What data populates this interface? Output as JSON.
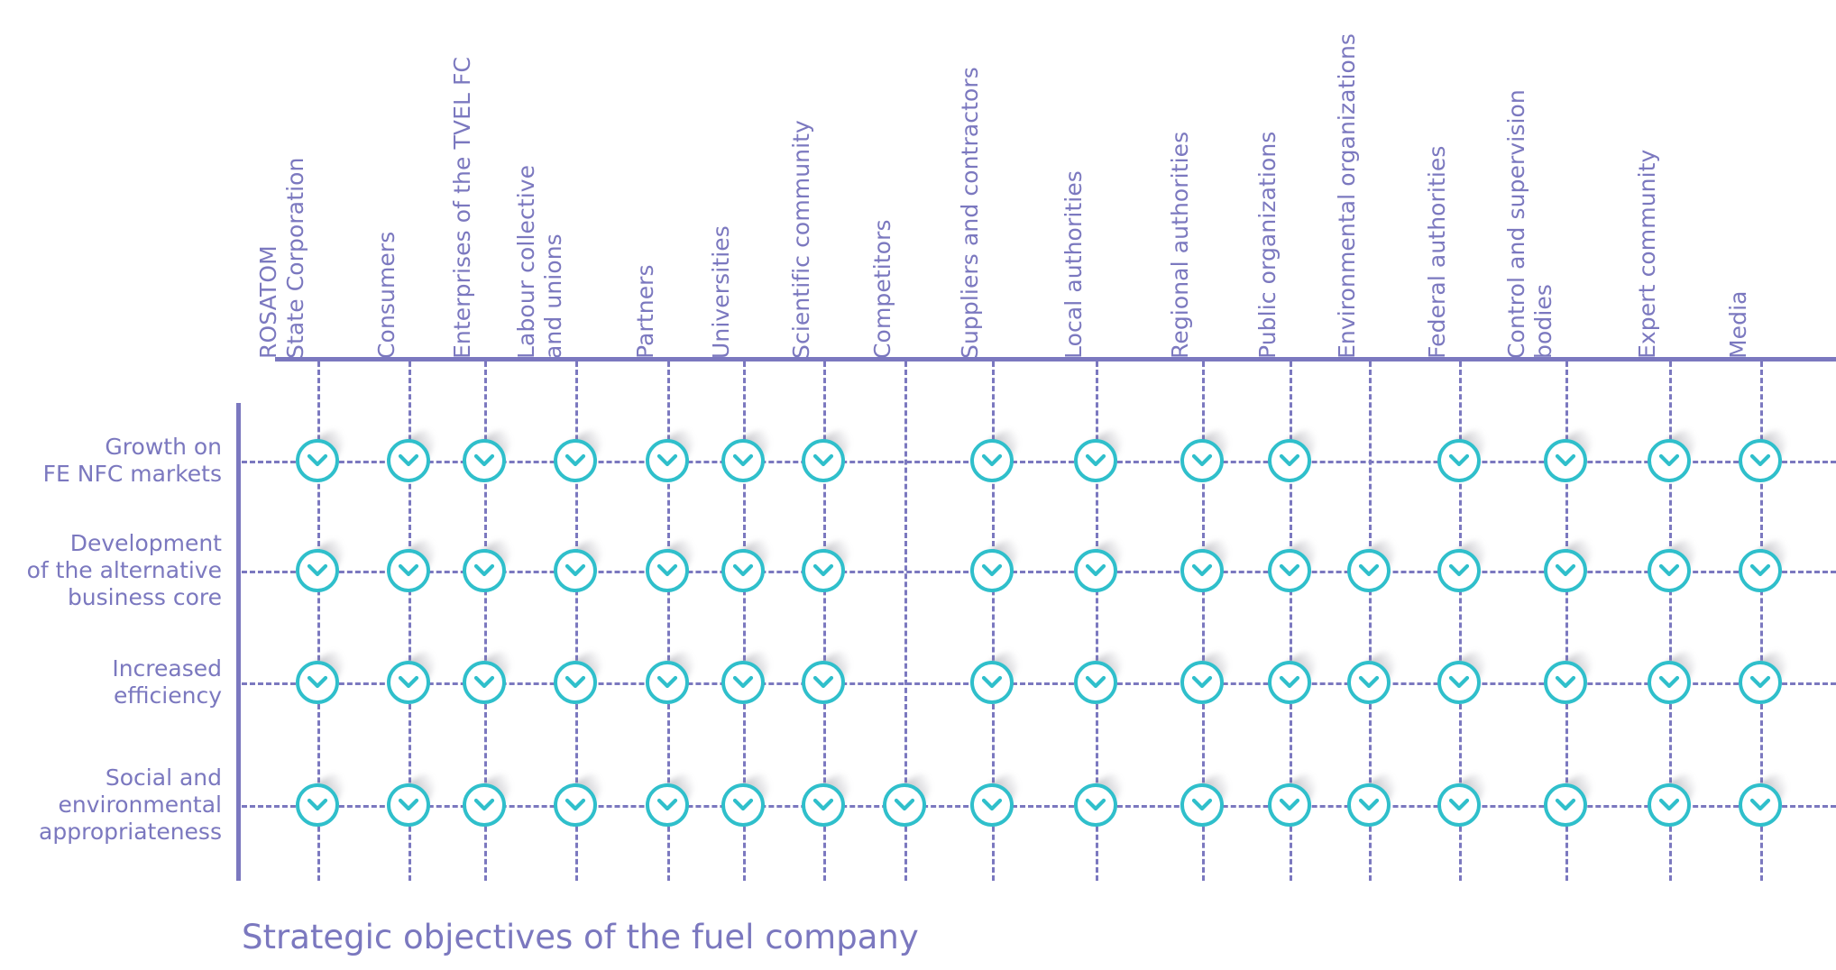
{
  "chart_data": {
    "type": "table",
    "title": "Strategic objectives of the fuel company",
    "xlabel": "",
    "ylabel": "",
    "description": "Stakeholder engagement matrix: marker present where a stakeholder group relates to a strategic objective.",
    "grid": "dashed",
    "legend": "none",
    "marker_icon": "chevron-down-icon",
    "marker_color": "#2fbfcb",
    "axis_color": "#7b78bf",
    "label_color": "#7b78bf",
    "background": "#ffffff",
    "categories": [
      "ROSATOM\nState Corporation",
      "Consumers",
      "Enterprises of the TVEL FC",
      "Labour collective\nand unions",
      "Partners",
      "Universities",
      "Scientific community",
      "Competitors",
      "Suppliers and contractors",
      "Local authorities",
      "Regional authorities",
      "Public organizations",
      "Environmental organizations",
      "Federal authorities",
      "Control and supervision\nbodies",
      "Expert community",
      "Media"
    ],
    "rows": [
      "Growth on\nFE NFC markets",
      "Development\nof the alternative\nbusiness core",
      "Increased\nefficiency",
      "Social and\nenvironmental\nappropriateness"
    ],
    "series": [
      {
        "name": "Growth on FE NFC markets",
        "values": [
          1,
          1,
          1,
          1,
          1,
          1,
          1,
          0,
          1,
          1,
          1,
          1,
          0,
          1,
          1,
          1,
          1
        ]
      },
      {
        "name": "Development of the alternative business core",
        "values": [
          1,
          1,
          1,
          1,
          1,
          1,
          1,
          0,
          1,
          1,
          1,
          1,
          1,
          1,
          1,
          1,
          1
        ]
      },
      {
        "name": "Increased efficiency",
        "values": [
          1,
          1,
          1,
          1,
          1,
          1,
          1,
          0,
          1,
          1,
          1,
          1,
          1,
          1,
          1,
          1,
          1
        ]
      },
      {
        "name": "Social and environmental appropriateness",
        "values": [
          1,
          1,
          1,
          1,
          1,
          1,
          1,
          1,
          1,
          1,
          1,
          1,
          1,
          1,
          1,
          1,
          1
        ]
      }
    ],
    "column_x": [
      352,
      453,
      537,
      638,
      740,
      824,
      913,
      1003,
      1100,
      1215,
      1333,
      1430,
      1518,
      1618,
      1736,
      1851,
      1952
    ],
    "row_y": [
      511,
      633,
      757,
      893
    ]
  }
}
